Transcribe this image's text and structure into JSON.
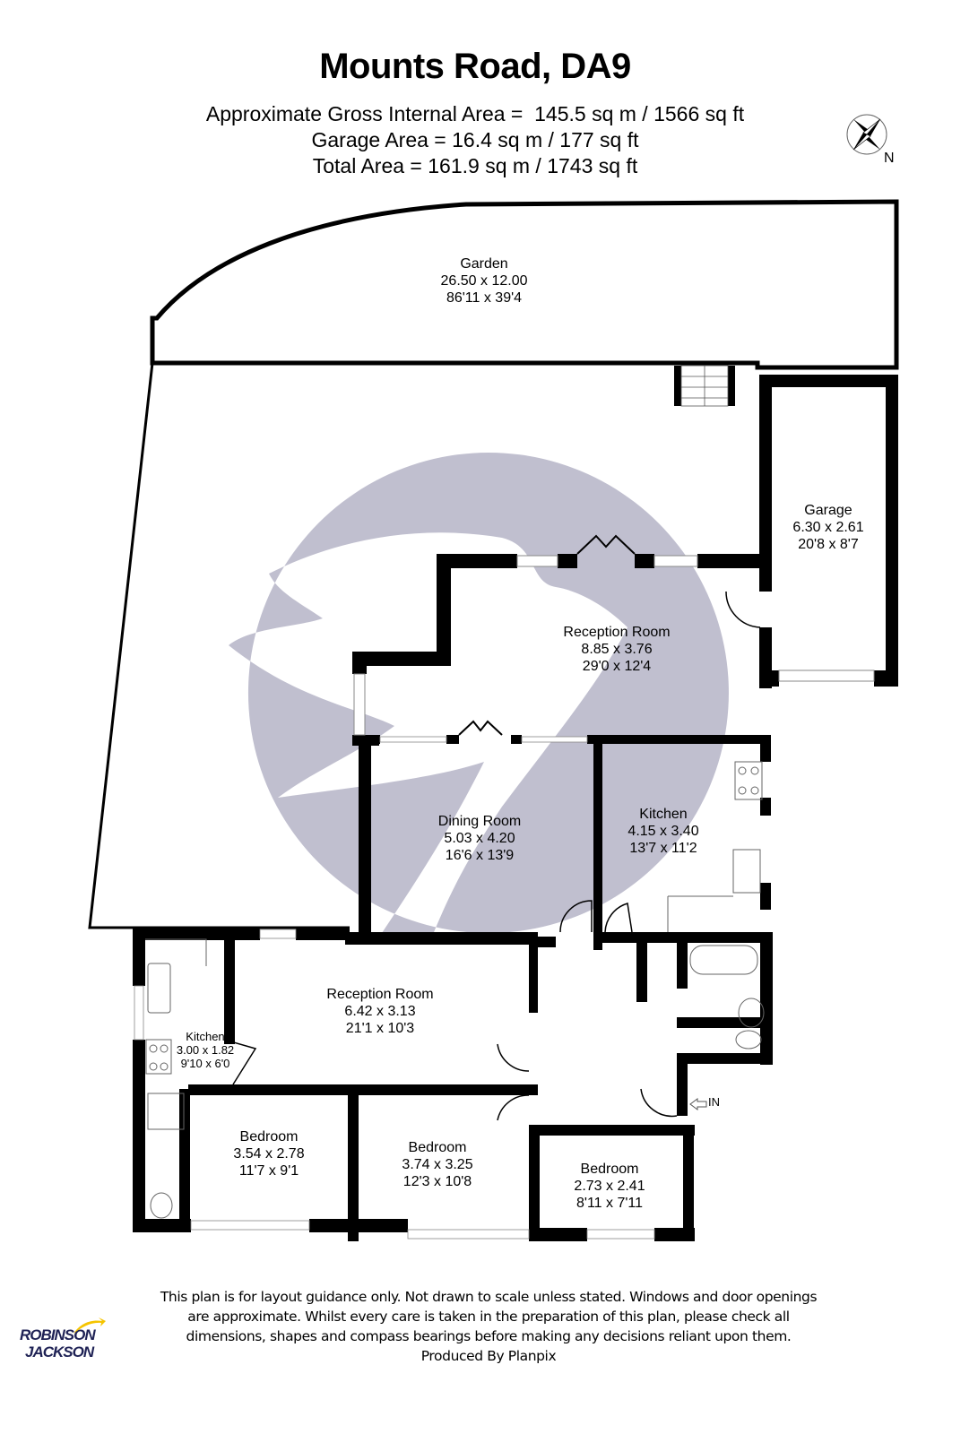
{
  "header": {
    "title": "Mounts Road, DA9",
    "areas": [
      "Approximate Gross Internal Area =  145.5 sq m / 1566 sq ft",
      "Garage Area = 16.4 sq m / 177 sq ft",
      "Total Area = 161.9 sq m / 1743 sq ft"
    ]
  },
  "compass": {
    "north_label": "N",
    "icon": "compass-rose-icon"
  },
  "rooms": {
    "garden": {
      "name": "Garden",
      "metric": "26.50 x 12.00",
      "imperial": "86'11 x 39'4"
    },
    "garage": {
      "name": "Garage",
      "metric": "6.30 x 2.61",
      "imperial": "20'8 x 8'7"
    },
    "reception_room_1": {
      "name": "Reception Room",
      "metric": "8.85 x 3.76",
      "imperial": "29'0 x 12'4"
    },
    "dining_room": {
      "name": "Dining Room",
      "metric": "5.03 x 4.20",
      "imperial": "16'6 x 13'9"
    },
    "kitchen_1": {
      "name": "Kitchen",
      "metric": "4.15 x 3.40",
      "imperial": "13'7 x 11'2"
    },
    "reception_room_2": {
      "name": "Reception Room",
      "metric": "6.42 x 3.13",
      "imperial": "21'1 x 10'3"
    },
    "kitchen_2": {
      "name": "Kitchen",
      "metric": "3.00 x 1.82",
      "imperial": "9'10 x 6'0"
    },
    "bedroom_1": {
      "name": "Bedroom",
      "metric": "3.54 x 2.78",
      "imperial": "11'7 x 9'1"
    },
    "bedroom_2": {
      "name": "Bedroom",
      "metric": "3.74 x 3.25",
      "imperial": "12'3 x 10'8"
    },
    "bedroom_3": {
      "name": "Bedroom",
      "metric": "2.73 x 2.41",
      "imperial": "8'11 x 7'11"
    }
  },
  "entrance": {
    "label": "IN",
    "icon": "entrance-arrow-icon"
  },
  "colors": {
    "wall": "#000000",
    "watermark": "#c0bfcf",
    "logo_text": "#1f2255",
    "logo_swoosh": "#f5c400"
  },
  "footer": {
    "disclaimer": [
      "This plan is for layout guidance only. Not drawn to scale unless stated. Windows and door openings",
      "are approximate. Whilst every care is taken in the preparation of this plan, please check all",
      "dimensions, shapes and compass bearings before making any decisions reliant upon them.",
      "Produced By Planpix"
    ],
    "logo": {
      "line1": "ROBINSON",
      "line2": "JACKSON"
    }
  }
}
